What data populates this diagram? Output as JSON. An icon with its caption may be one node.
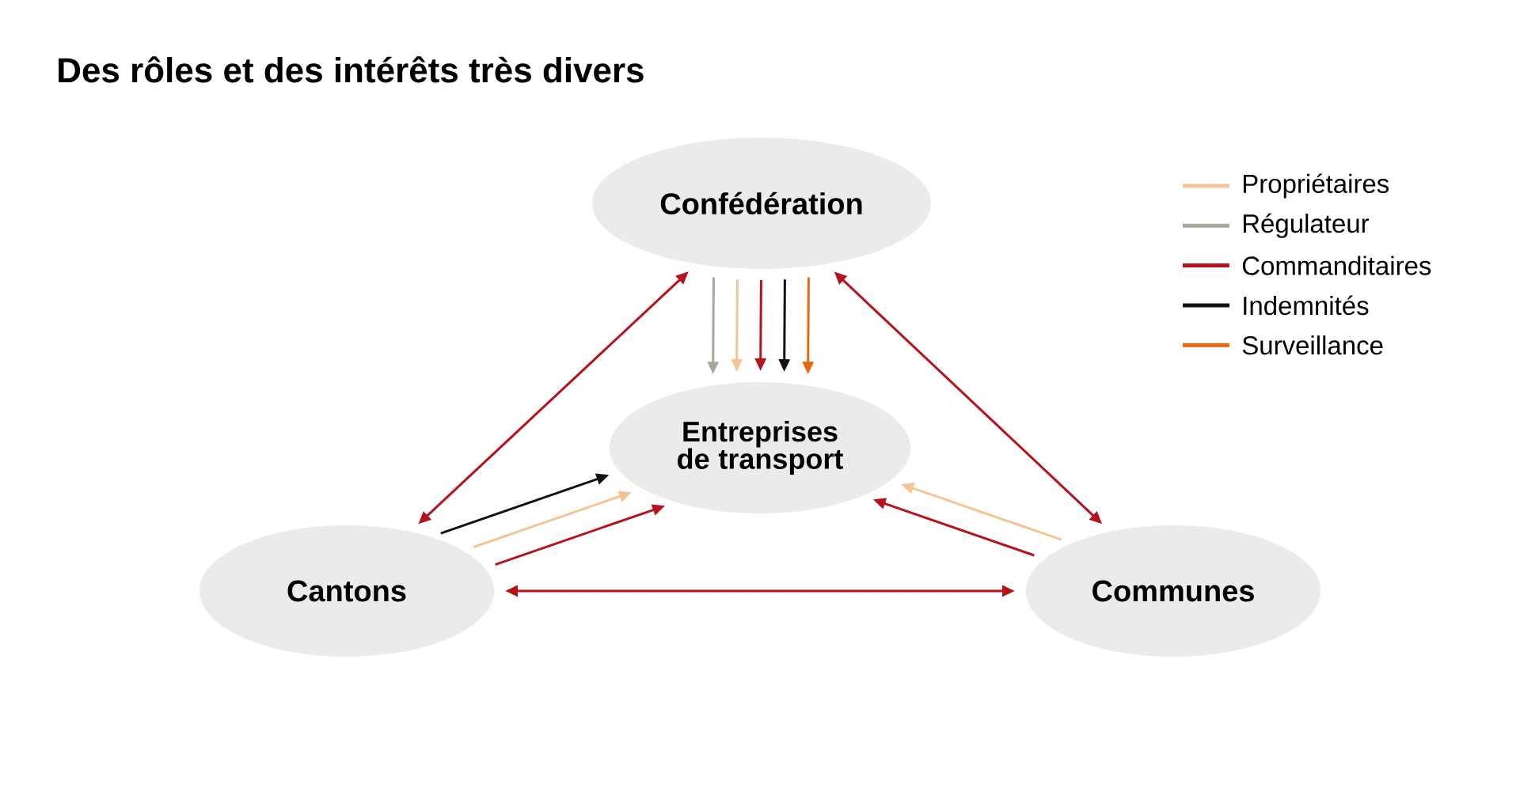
{
  "diagram": {
    "title": "Des rôles et des intérêts très divers",
    "nodes": [
      {
        "text": [
          "Confédération"
        ]
      },
      {
        "text": [
          "Entreprises de transport"
        ]
      },
      {
        "text": [
          "Cantons"
        ]
      },
      {
        "text": [
          "Communes"
        ]
      }
    ],
    "edges": [
      {
        "from": 0,
        "to": 2,
        "arrow": "both"
      },
      {
        "from": 0,
        "to": 3,
        "arrow": "both"
      },
      {
        "from": 2,
        "to": 3,
        "arrow": "both"
      },
      {
        "from": 0,
        "to": 1,
        "arrow": "to",
        "color": "#aaa89e"
      },
      {
        "from": 0,
        "to": 1,
        "arrow": "to",
        "color": "#f5c496"
      },
      {
        "from": 0,
        "to": 1,
        "arrow": "to"
      },
      {
        "from": 0,
        "to": 1,
        "arrow": "to",
        "color": "#111111"
      },
      {
        "from": 0,
        "to": 1,
        "arrow": "to",
        "color": "#e8670c"
      },
      {
        "from": 2,
        "to": 1,
        "arrow": "to",
        "color": "#111111"
      },
      {
        "from": 2,
        "to": 1,
        "arrow": "to",
        "color": "#f5c496"
      },
      {
        "from": 2,
        "to": 1,
        "arrow": "to"
      },
      {
        "from": 3,
        "to": 1,
        "arrow": "to"
      },
      {
        "from": 3,
        "to": 1,
        "arrow": "to",
        "color": "#f5c496"
      }
    ],
    "legend": [
      {
        "text": "Propriétaires",
        "color": "#f5c496"
      },
      {
        "text": "Régulateur",
        "color": "#aaa89e"
      },
      {
        "text": "Commanditaires",
        "color": "#b5121b"
      },
      {
        "text": "Indemnités",
        "color": "#111111"
      },
      {
        "text": "Surveillance",
        "color": "#e8670c"
      }
    ]
  }
}
